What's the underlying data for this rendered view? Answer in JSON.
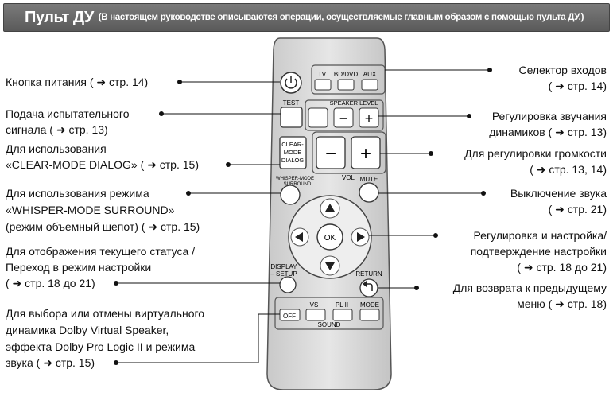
{
  "header": {
    "title": "Пульт ДУ",
    "subtitle": "(В настоящем руководстве описываются операции, осуществляемые главным образом с помощью пульта ДУ.)"
  },
  "remote": {
    "tv": "TV",
    "bd_dvd": "BD/DVD",
    "aux": "AUX",
    "test": "TEST",
    "speaker_level": "SPEAKER LEVEL",
    "minus": "−",
    "plus": "+",
    "clear_mode_1": "CLEAR-",
    "clear_mode_2": "MODE",
    "clear_mode_3": "DIALOG",
    "vol": "VOL",
    "whisper_1": "WHISPER-MODE",
    "whisper_2": "SURROUND",
    "mute": "MUTE",
    "ok": "OK",
    "display_1": "DISPLAY",
    "display_2": "– SETUP",
    "return": "RETURN",
    "off": "OFF",
    "vs": "VS",
    "pl": "PL II",
    "mode": "MODE",
    "sound": "SOUND"
  },
  "labels": {
    "power": "Кнопка питания ( ➜ стр. 14)",
    "test_1": "Подача испытательного",
    "test_2": "сигнала ( ➜ стр. 13)",
    "clear_1": "Для использования",
    "clear_2": "«CLEAR-MODE DIALOG» ( ➜ стр. 15)",
    "whisper_1": "Для использования режима",
    "whisper_2": "«WHISPER-MODE SURROUND»",
    "whisper_3": "(режим объемный шепот) ( ➜ стр. 15)",
    "display_1": "Для отображения текущего статуса /",
    "display_2": "Переход в режим настройки",
    "display_3": "( ➜ стр. 18 до 21)",
    "sound_1": "Для выбора или отмены виртуального",
    "sound_2": "динамика Dolby Virtual Speaker,",
    "sound_3": "эффекта Dolby Pro Logic II и режима",
    "sound_4": "звука ( ➜ стр. 15)",
    "input_1": "Селектор входов",
    "input_2": "( ➜ стр. 14)",
    "speaker_1": "Регулировка звучания",
    "speaker_2": "динамиков ( ➜ стр. 13)",
    "volume_1": "Для регулировки громкости",
    "volume_2": "( ➜ стр. 13, 14)",
    "mute_1": "Выключение звука",
    "mute_2": "( ➜ стр. 21)",
    "nav_1": "Регулировка и настройка/",
    "nav_2": "подтверждение настройки",
    "nav_3": "( ➜ стр. 18 до 21)",
    "return_1": "Для возврата к предыдущему",
    "return_2": "меню ( ➜ стр. 18)"
  }
}
